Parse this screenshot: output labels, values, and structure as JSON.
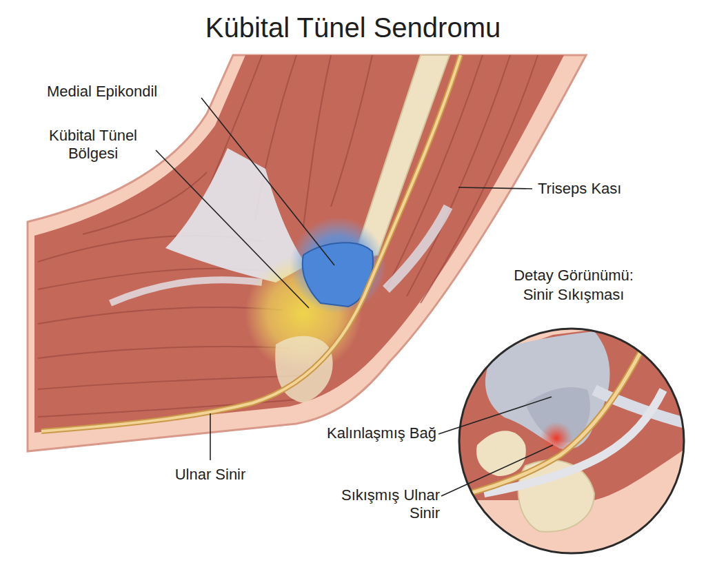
{
  "diagram": {
    "title": "Kübital Tünel Sendromu",
    "nodes": [
      {
        "text": [
          "Detay Görünümü: Sinir Sıkışması"
        ]
      }
    ],
    "labels": [
      "Medial Epikondil",
      "Kübital Tünel Bölgesi",
      "Triseps Kası",
      "Ulnar Sinir",
      "Kalınlaşmış Bağ",
      "Sıkışmış Ulnar Sinir"
    ]
  }
}
